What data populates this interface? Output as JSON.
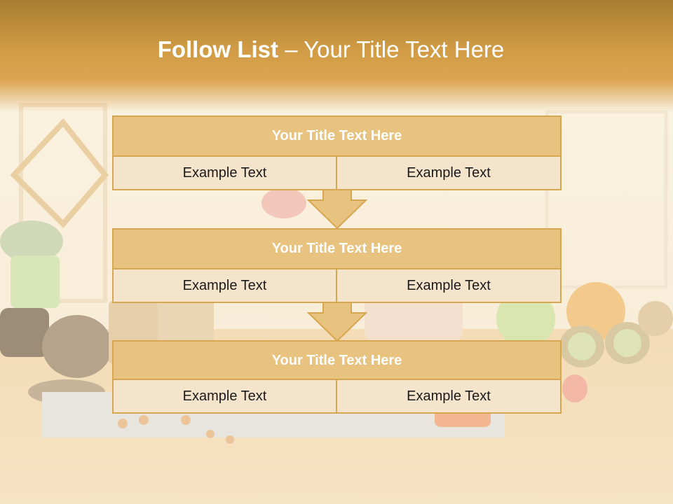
{
  "slide": {
    "title_bold": "Follow List",
    "title_rest": " – Your Title Text Here"
  },
  "blocks": [
    {
      "title": "Your Title Text Here",
      "left": "Example Text",
      "right": "Example Text"
    },
    {
      "title": "Your Title Text Here",
      "left": "Example Text",
      "right": "Example Text"
    },
    {
      "title": "Your Title Text Here",
      "left": "Example Text",
      "right": "Example Text"
    }
  ],
  "colors": {
    "header": "#d19c45",
    "block_title_fill": "#e8c27f",
    "block_border": "#d7a650",
    "cell_fill": "#f5e4cc",
    "arrow_fill": "#e8c27f"
  }
}
